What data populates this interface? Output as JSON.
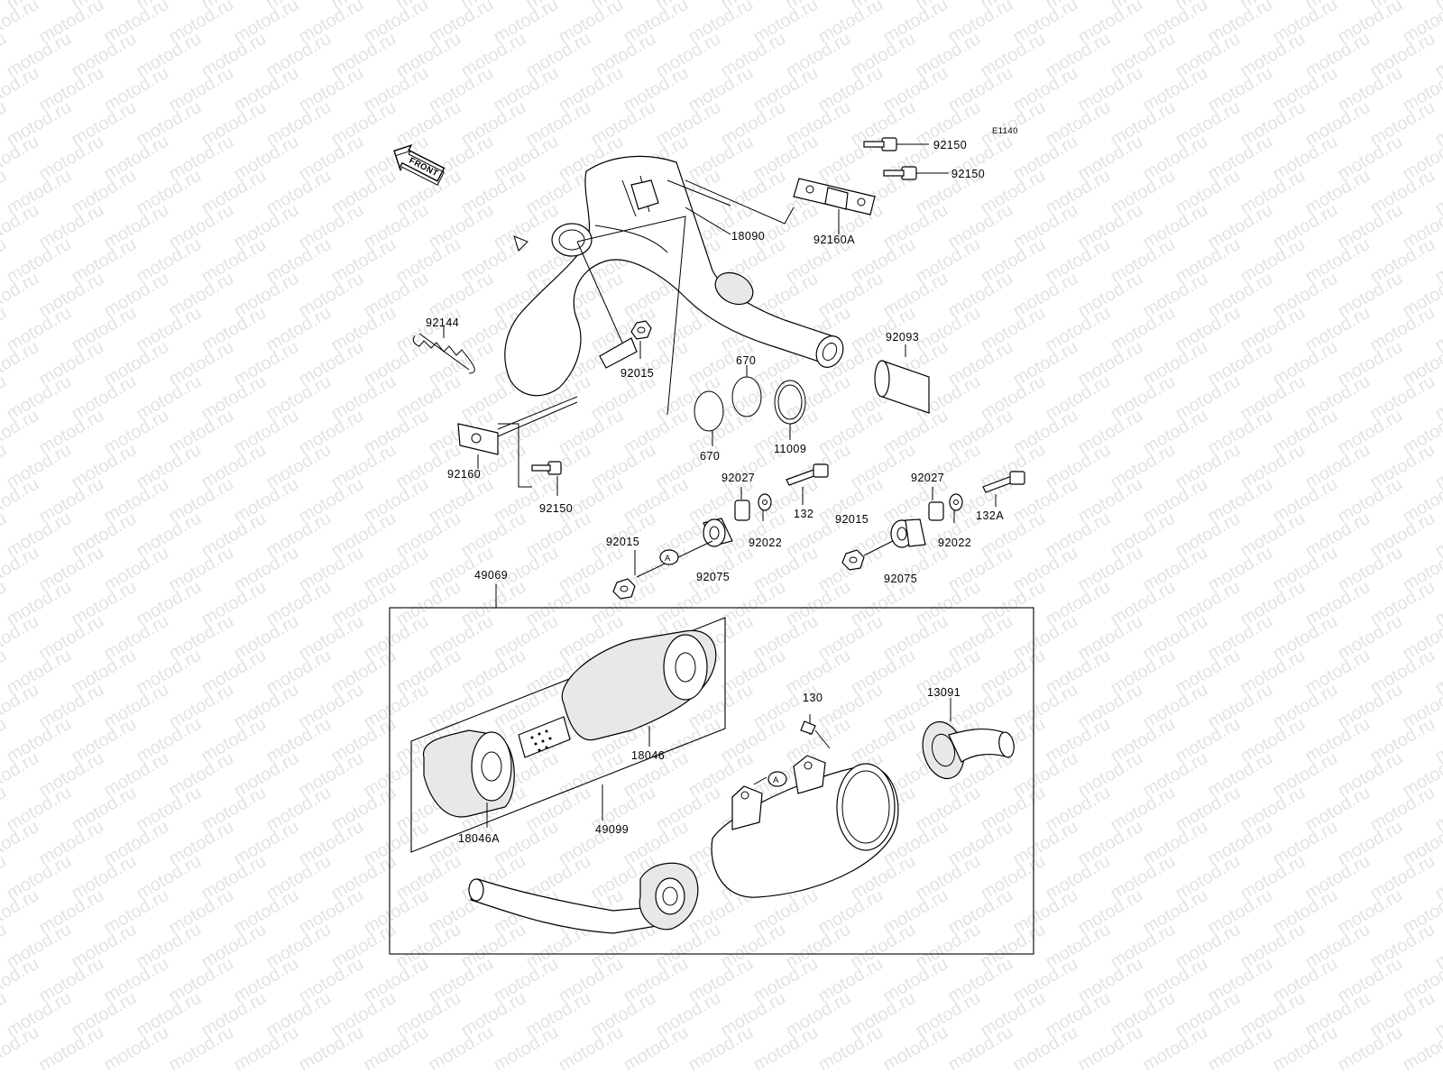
{
  "watermark": "motod.ru",
  "diagram_code": "E1140",
  "front_arrow": "FRONT",
  "ref_marker": "A",
  "colors": {
    "ink": "#000000",
    "paper": "#ffffff",
    "watermark": "#e3e3e3"
  },
  "parts": {
    "p92150a": "92150",
    "p92150b": "92150",
    "p92160A": "92160A",
    "p18090": "18090",
    "p92144": "92144",
    "p92015a": "92015",
    "p92093": "92093",
    "p670a": "670",
    "p670b": "670",
    "p11009": "11009",
    "p92160": "92160",
    "p92150c": "92150",
    "p92027a": "92027",
    "p132": "132",
    "p92022a": "92022",
    "p92015b": "92015",
    "p92075a": "92075",
    "p92027b": "92027",
    "p132A": "132A",
    "p92015c": "92015",
    "p92022b": "92022",
    "p92075b": "92075",
    "p49069": "49069",
    "p130": "130",
    "p13091": "13091",
    "p18046": "18046",
    "p18046A": "18046A",
    "p49099": "49099"
  }
}
